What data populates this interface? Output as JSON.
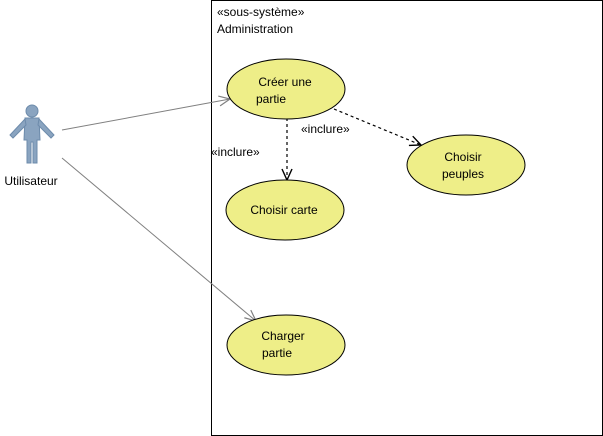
{
  "system": {
    "stereotype": "«sous-système»",
    "name": "Administration"
  },
  "actor": {
    "name": "Utilisateur",
    "icon": "stick-figure-actor-icon"
  },
  "use_cases": {
    "creer_partie": {
      "line1": "Créer une",
      "line2": "partie"
    },
    "choisir_carte": {
      "line1": "Choisir carte"
    },
    "choisir_peuples": {
      "line1": "Choisir",
      "line2": "peuples"
    },
    "charger_partie": {
      "line1": "Charger",
      "line2": "partie"
    }
  },
  "relations": {
    "include_carte": "«inclure»",
    "include_peuples": "«inclure»"
  },
  "colors": {
    "use_case_fill": "#eeee88",
    "use_case_stroke": "#000000",
    "actor_fill": "#8aa4c0",
    "association": "#808080",
    "boundary": "#000000"
  }
}
